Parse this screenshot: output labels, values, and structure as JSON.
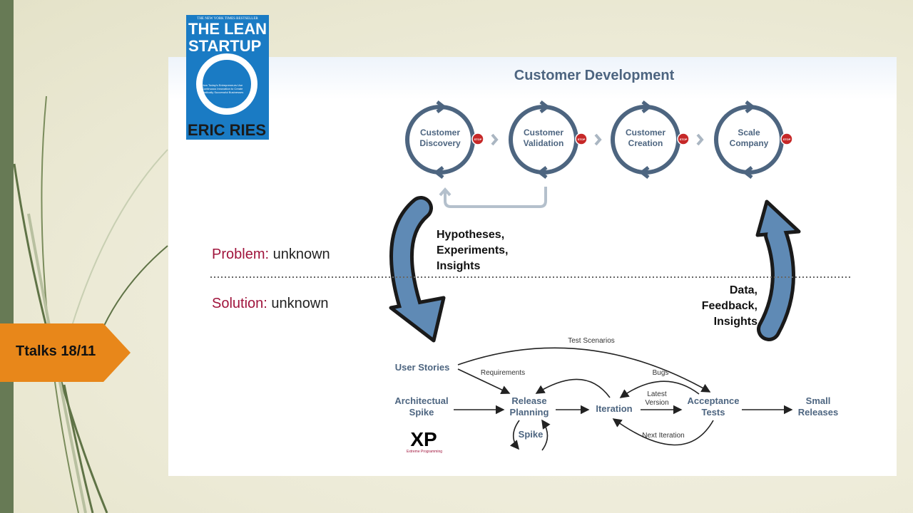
{
  "slide_tag": "Ttalks 18/11",
  "book": {
    "banner": "THE NEW YORK TIMES BESTSELLER",
    "title": "THE LEAN STARTUP",
    "subtitle": "How Today's Entrepreneurs Use Continuous Innovation to Create Radically Successful Businesses",
    "author": "ERIC RIES"
  },
  "customer_development": {
    "title": "Customer Development",
    "stages": [
      {
        "line1": "Customer",
        "line2": "Discovery"
      },
      {
        "line1": "Customer",
        "line2": "Validation"
      },
      {
        "line1": "Customer",
        "line2": "Creation"
      },
      {
        "line1": "Scale",
        "line2": "Company"
      }
    ],
    "stop_label": "STOP"
  },
  "problem": {
    "key": "Problem:",
    "value": " unknown"
  },
  "solution": {
    "key": "Solution:",
    "value": " unknown"
  },
  "down_arrow_label": [
    "Hypotheses,",
    "Experiments,",
    "Insights"
  ],
  "up_arrow_label": [
    "Data,",
    "Feedback,",
    "Insights"
  ],
  "xp": {
    "nodes": {
      "user_stories": "User Stories",
      "arch_spike": [
        "Architectual",
        "Spike"
      ],
      "release_planning": [
        "Release",
        "Planning"
      ],
      "iteration": "Iteration",
      "acceptance_tests": [
        "Acceptance",
        "Tests"
      ],
      "small_releases": [
        "Small",
        "Releases"
      ],
      "spike": "Spike"
    },
    "edges": {
      "test_scenarios": "Test Scenarios",
      "requirements": "Requirements",
      "bugs": "Bugs",
      "latest_version": [
        "Latest",
        "Version"
      ],
      "next_iteration": "Next Iteration"
    },
    "logo": "XP",
    "logo_caption": "Extreme Programming"
  },
  "colors": {
    "accent_orange": "#e8871a",
    "sidebar_green": "#677a55",
    "diagram_blue": "#4d6580",
    "problem_red": "#a0143c",
    "arrow_blue": "#5f8ab5"
  }
}
